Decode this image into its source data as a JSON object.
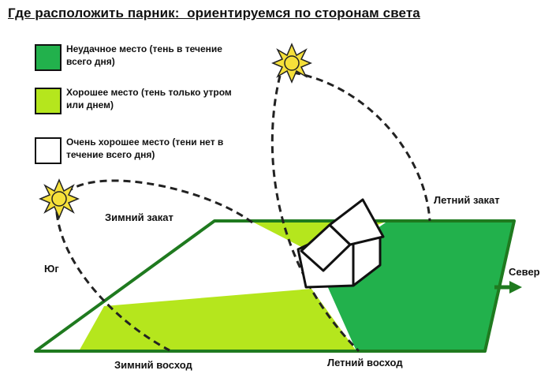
{
  "title": "Где расположить парник:  ориентируемся по сторонам света",
  "legend": [
    {
      "color": "#22b14c",
      "text": "Неудачное место (тень в течение всего дня)"
    },
    {
      "color": "#b5e61d",
      "text": "Хорошее место (тень только утром или днем)"
    },
    {
      "color": "#ffffff",
      "text": "Очень хорошее место (тени нет в течение всего дня)"
    }
  ],
  "labels": {
    "winter_sunset": "Зимний закат",
    "summer_sunset": "Летний закат",
    "south": "Юг",
    "north": "Север",
    "winter_sunrise": "Зимний восход",
    "summer_sunrise": "Летний восход"
  },
  "colors": {
    "dark_green": "#22b14c",
    "light_green": "#b5e61d",
    "sun": "#f5e03a"
  }
}
